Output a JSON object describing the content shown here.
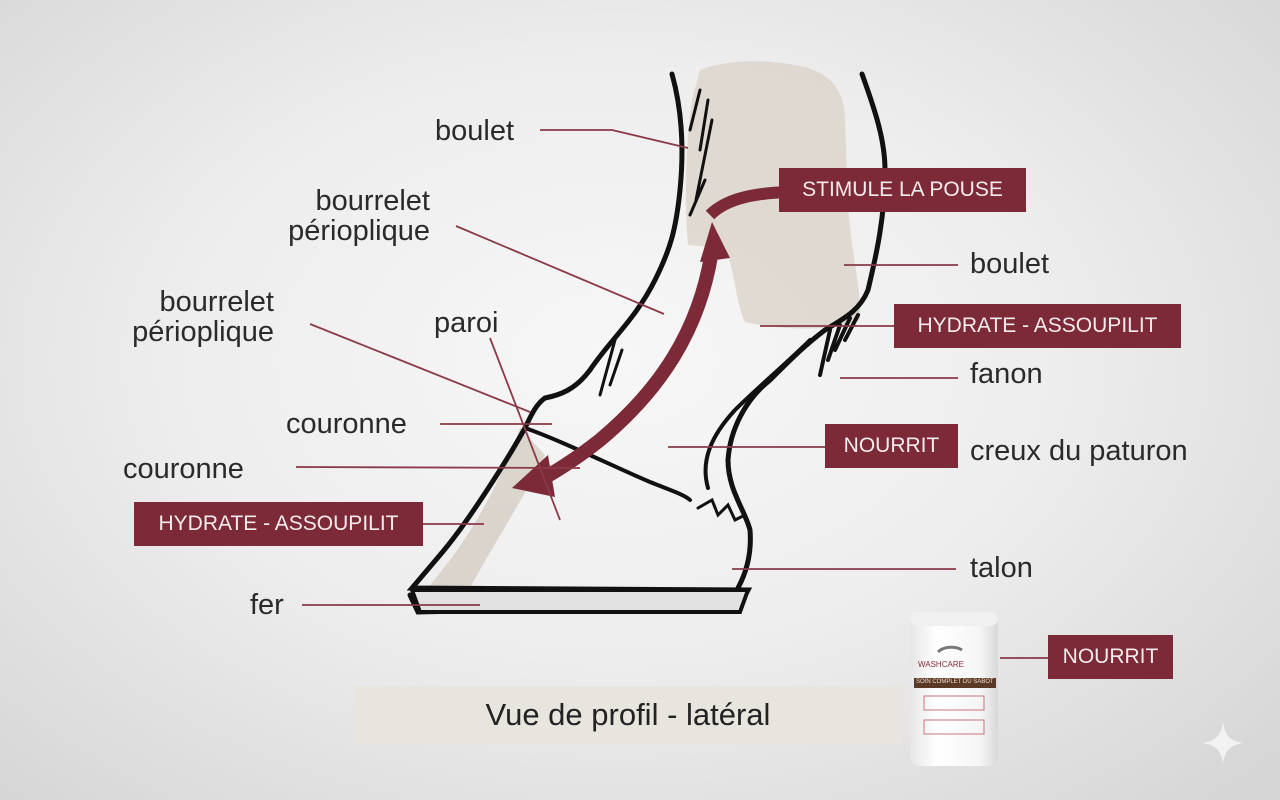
{
  "diagram": {
    "title": "Vue de profil - latéral",
    "colors": {
      "accent": "#7d2a38",
      "line": "#8a3a47",
      "ink": "#111111",
      "label_text": "#2a2a2a",
      "tag_text": "#f4ecec",
      "shade": "#dcd5cc",
      "caption_bg": "#e8e5df"
    },
    "labels": {
      "boulet_left": "boulet",
      "bourrelet_1_line1": "bourrelet",
      "bourrelet_1_line2": "périoplique",
      "bourrelet_2_line1": "bourrelet",
      "bourrelet_2_line2": "périoplique",
      "paroi": "paroi",
      "couronne_1": "couronne",
      "couronne_2": "couronne",
      "fer": "fer",
      "boulet_right": "boulet",
      "fanon": "fanon",
      "creux_du_paturon": "creux du paturon",
      "talon": "talon"
    },
    "tags": {
      "stimule": "STIMULE LA POUSE",
      "hydrate_right": "HYDRATE - ASSOUPILIT",
      "nourrit_mid": "NOURRIT",
      "hydrate_left": "HYDRATE - ASSOUPILIT",
      "nourrit_product": "NOURRIT"
    },
    "product": {
      "brand": "WASHCARE",
      "band_text": "SOIN COMPLET DU SABOT"
    },
    "icons": {
      "arrow": "double-curved-arrow",
      "sparkle": "sparkle-star"
    }
  }
}
